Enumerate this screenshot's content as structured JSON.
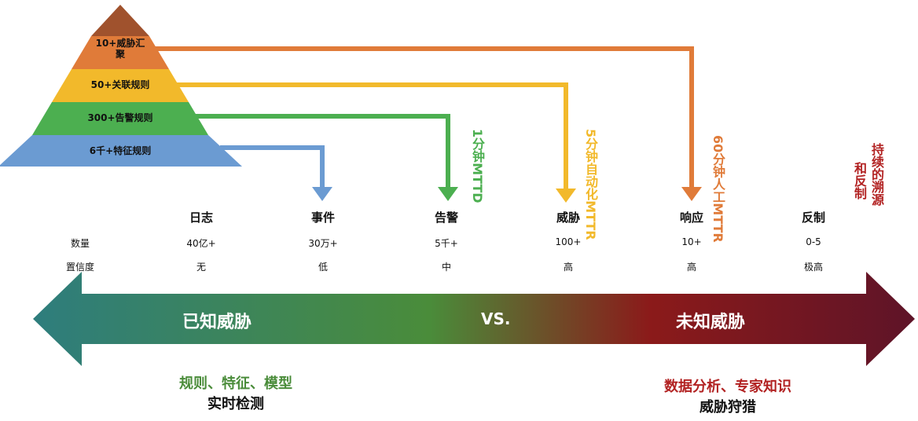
{
  "pyramid": {
    "levels": [
      {
        "label": "10+威胁汇聚",
        "color": "#e07b39"
      },
      {
        "label": "50+关联规则",
        "color": "#f2b92b"
      },
      {
        "label": "300+告警规则",
        "color": "#4caf50"
      },
      {
        "label": "6千+特征规则",
        "color": "#6b9bd2"
      }
    ],
    "apex_color": "#a0522d"
  },
  "stages": [
    "日志",
    "事件",
    "告警",
    "威胁",
    "响应",
    "反制"
  ],
  "rows": [
    {
      "label": "数量",
      "values": [
        "40亿+",
        "30万+",
        "5千+",
        "100+",
        "10+",
        "0-5"
      ]
    },
    {
      "label": "置信度",
      "values": [
        "无",
        "低",
        "中",
        "高",
        "高",
        "极高"
      ]
    }
  ],
  "annotations": {
    "mttd": "1分钟MTTD",
    "auto": "5分钟自动化MTTR",
    "manual": "60分钟人工MTTR",
    "trace": [
      "持续的溯源",
      "和反制"
    ]
  },
  "band": {
    "left": "已知威胁",
    "center": "VS.",
    "right": "未知威胁",
    "colors": [
      "#2e7d7d",
      "#4a8c3a",
      "#8b1a1a",
      "#5e1428"
    ]
  },
  "footer": {
    "left": {
      "line1": "规则、特征、模型",
      "line2": "实时检测"
    },
    "right": {
      "line1": "数据分析、专家知识",
      "line2": "威胁狩猎"
    }
  },
  "colors": {
    "blue": "#6b9bd2",
    "green": "#4caf50",
    "yellow": "#f2b92b",
    "orange": "#e07b39",
    "darkred": "#b22222",
    "footer_green": "#4a8c3a"
  }
}
